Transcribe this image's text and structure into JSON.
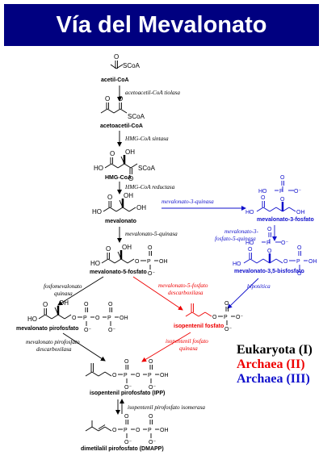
{
  "title": "Vía del Mevalonato",
  "colors": {
    "header_bg": "#000080",
    "eukaryota": "#000000",
    "archaea_ii": "#ee0000",
    "archaea_iii": "#1010cc"
  },
  "legend": {
    "eukaryota": "Eukaryota (I)",
    "archaea_ii": "Archaea (II)",
    "archaea_iii": "Archaea (III)"
  },
  "atoms": {
    "O": "O",
    "OH": "OH",
    "HO": "HO",
    "P": "P",
    "SCoA": "SCoA",
    "O_minus": "O⁻",
    "HO_P": "HO–P"
  },
  "compounds": {
    "acetil_coa": "acetil-CoA",
    "acetoacetil_coa": "acetoacetil-CoA",
    "hmg_coa": "HMG-CoA",
    "mevalonato": "mevalonato",
    "mevalonato_5_fosfato": "mevalonato-5-fosfato",
    "mevalonato_3_fosfato": "mevalonato-3-fosfato",
    "mevalonato_35_bisfosfato": "mevalonato-3,5-bisfosfato",
    "mevalonato_pirofosfato": "mevalonato pirofosfato",
    "isopentenil_fosfato": "isopentenil fosfato",
    "ipp": "isopentenil pirofosfato (IPP)",
    "dmapp": "dimetilalil pirofosfato (DMAPP)"
  },
  "enzymes": {
    "tiolasa": "acetoacetil-CoA tiolasa",
    "hmg_sintasa": "HMG-CoA sintasa",
    "hmg_reductasa": "HMG-CoA reductasa",
    "mev_3_quinasa": "mevalonato-3-quinasa",
    "mev_5_quinasa": "mevalonato-5-quinasa",
    "mev_3_fosfato_5_quinasa_1": "mevalonato-3-",
    "mev_3_fosfato_5_quinasa_2": "fosfato-5-quinasa",
    "fosfomevalonato_quinasa_1": "fosfomevalonato",
    "fosfomevalonato_quinasa_2": "quinasa",
    "mev5p_descarboxilasa_1": "mevalonato-5-fosfato",
    "mev5p_descarboxilasa_2": "descarboxilasa",
    "hipotetica": "hipotética",
    "mevpp_descarboxilasa_1": "mevalonato pirofosfato",
    "mevpp_descarboxilasa_2": "descarboxilasa",
    "ip_quinasa_1": "isopentenil fosfato",
    "ip_quinasa_2": "quinasa",
    "ipp_isomerasa": "isopentenil pirofosfato isomerasa"
  }
}
